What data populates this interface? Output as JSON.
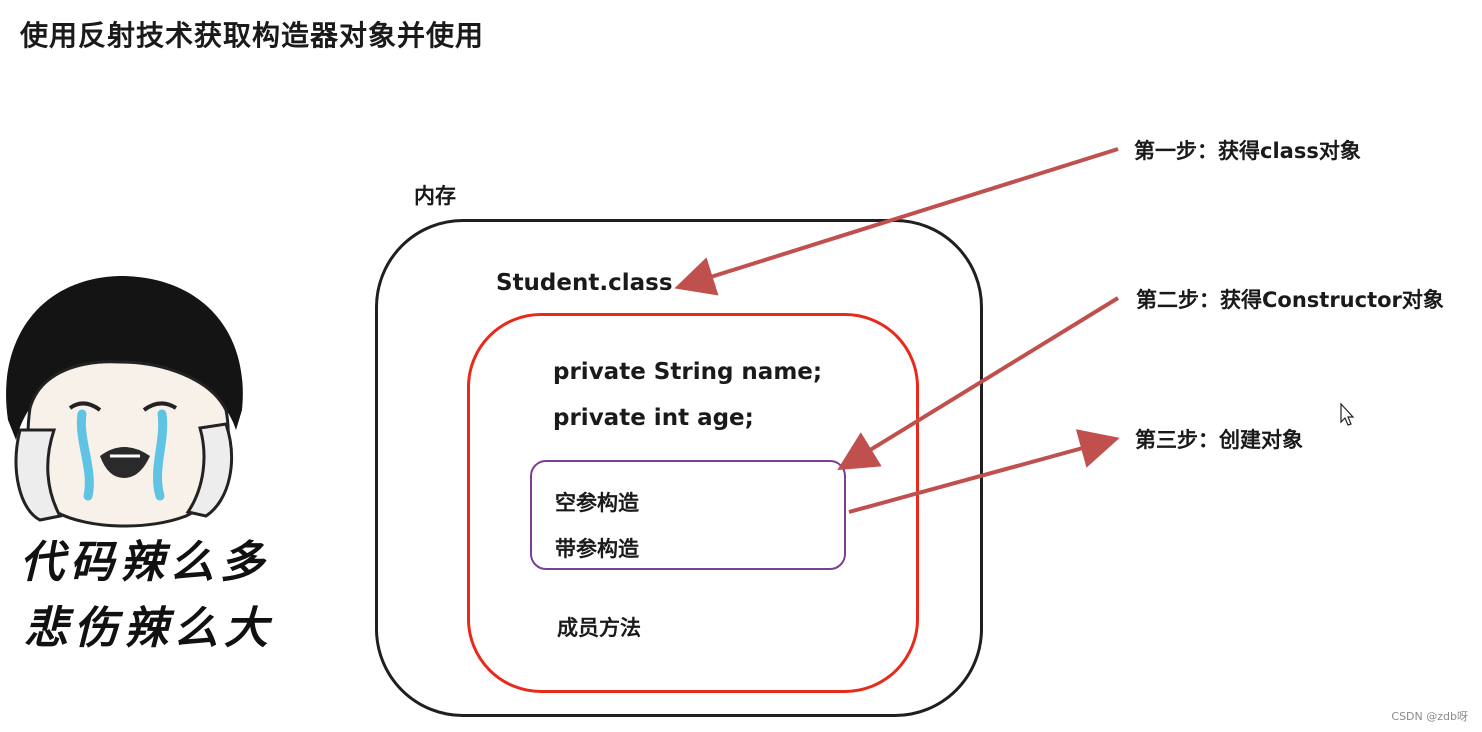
{
  "title": "使用反射技术获取构造器对象并使用",
  "memory": {
    "label": "内存",
    "class_name": "Student.class",
    "fields": [
      "private String name;",
      "private int age;"
    ],
    "constructors": [
      "空参构造",
      "带参构造"
    ],
    "methods": "成员方法"
  },
  "steps": {
    "step1": "第一步：获得class对象",
    "step2": "第二步：获得Constructor对象",
    "step3": "第三步：创建对象"
  },
  "meme": {
    "line1": "代码辣么多",
    "line2": "悲伤辣么大"
  },
  "watermark": "CSDN @zdb呀",
  "colors": {
    "arrow": "#c0504d",
    "outer_border": "#1f1f1f",
    "class_border": "#e82a1c",
    "ctor_border": "#7b3f98"
  }
}
